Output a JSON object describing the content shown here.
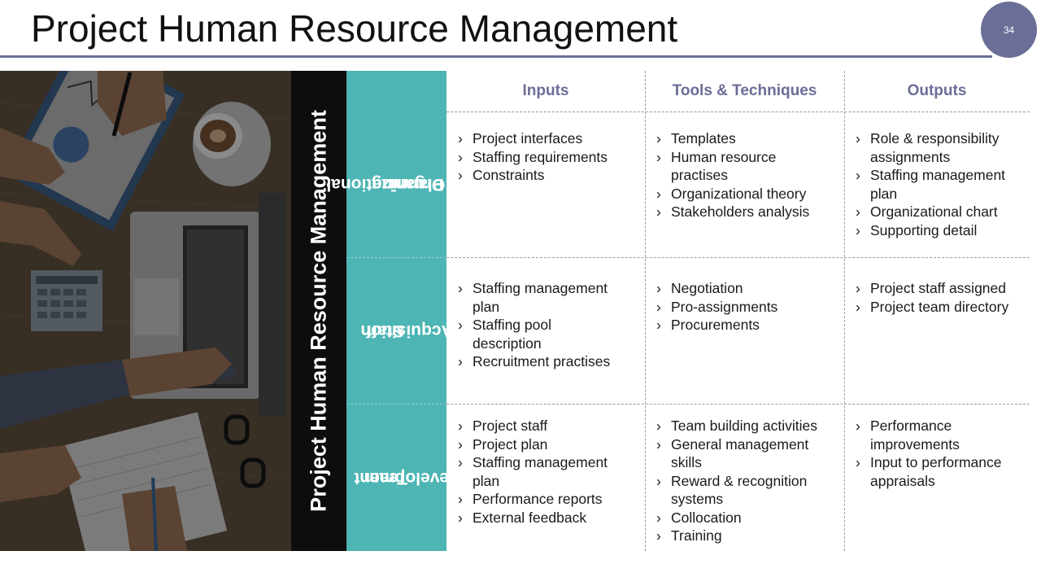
{
  "slide": {
    "title": "Project Human Resource Management",
    "page_number": "34",
    "accent_color": "#6b6e97",
    "teal_color": "#4db5b3"
  },
  "side_band": {
    "label": "Project Human Resource Management"
  },
  "columns": [
    "Inputs",
    "Tools & Techniques",
    "Outputs"
  ],
  "rows": [
    {
      "label_lines": [
        "Organizational",
        "Planning"
      ],
      "cells": [
        [
          "Project interfaces",
          "Staffing requirements",
          "Constraints"
        ],
        [
          "Templates",
          "Human resource practises",
          "Organizational theory",
          "Stakeholders analysis"
        ],
        [
          "Role & responsibility assignments",
          "Staffing management plan",
          "Organizational chart",
          "Supporting detail"
        ]
      ]
    },
    {
      "label_lines": [
        "Staff",
        "Acquisition"
      ],
      "cells": [
        [
          "Staffing management plan",
          "Staffing pool description",
          "Recruitment practises"
        ],
        [
          "Negotiation",
          "Pro-assignments",
          "Procurements"
        ],
        [
          "Project staff assigned",
          "Project team directory"
        ]
      ]
    },
    {
      "label_lines": [
        "Team",
        "Development"
      ],
      "cells": [
        [
          "Project staff",
          "Project plan",
          "Staffing management plan",
          "Performance reports",
          "External feedback"
        ],
        [
          "Team building activities",
          "General management skills",
          "Reward & recognition systems",
          "Collocation",
          "Training"
        ],
        [
          "Performance improvements",
          "Input to performance appraisals"
        ]
      ]
    }
  ]
}
